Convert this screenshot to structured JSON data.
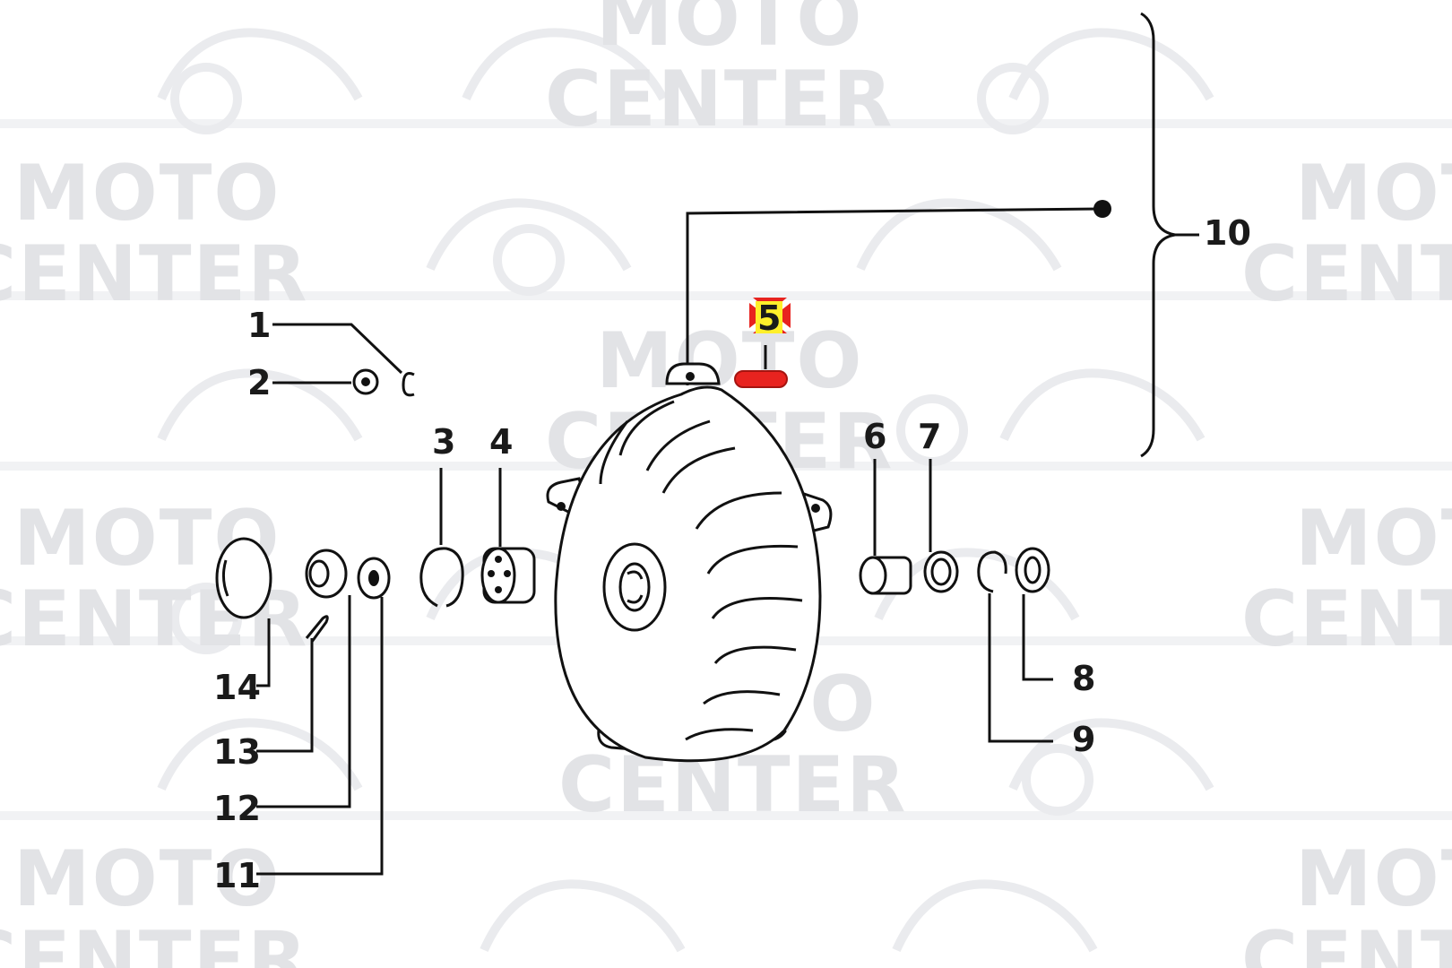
{
  "watermark": {
    "line1": "MOTO",
    "line2": "CENTER"
  },
  "callouts": {
    "c1": "1",
    "c2": "2",
    "c3": "3",
    "c4": "4",
    "c5": "5",
    "c6": "6",
    "c7": "7",
    "c8": "8",
    "c9": "9",
    "c10": "10",
    "c11": "11",
    "c12": "12",
    "c13": "13",
    "c14": "14"
  },
  "highlight": {
    "selected_callout": "5",
    "marker_color": "#e8231f",
    "label_bg": "#ffef2a"
  },
  "colors": {
    "line": "#111111",
    "watermark": "#e2e3e6",
    "highlight_part": "#e8231f"
  },
  "icons": {
    "marker": "crosshair-marker-icon"
  }
}
